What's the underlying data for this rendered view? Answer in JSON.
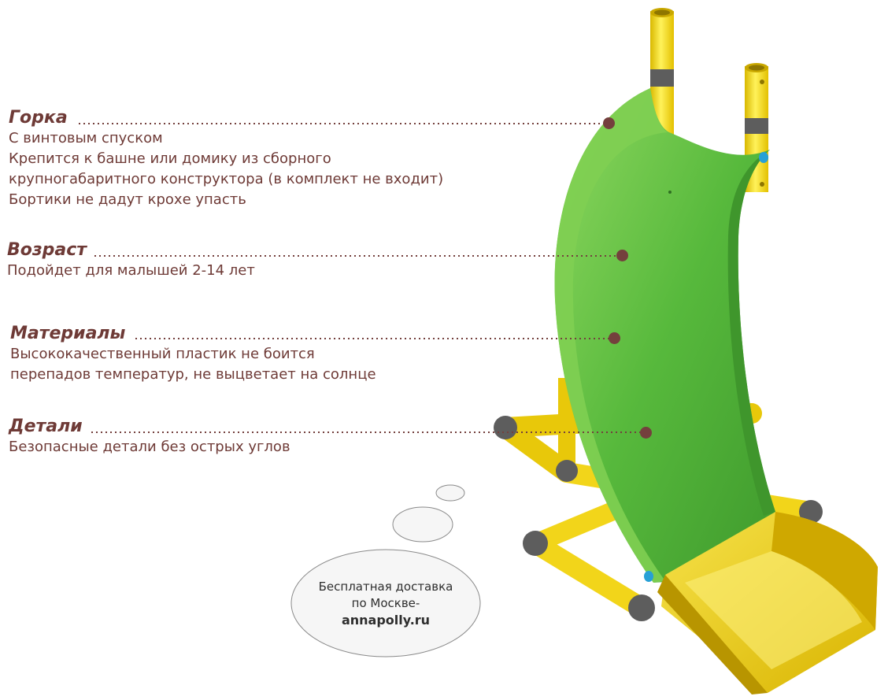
{
  "features": [
    {
      "heading": "Горка",
      "lines": [
        "С винтовым спуском",
        "Крепится к башне или домику из сборного",
        "крупногабаритного конструктора (в комплект не входит)",
        "Бортики не дадут крохе упасть"
      ]
    },
    {
      "heading": "Возраст",
      "lines": [
        "Подойдет для малышей 2-14 лет"
      ]
    },
    {
      "heading": "Материалы",
      "lines": [
        "Высококачественный пластик не боится",
        "перепадов температур, не выцветает на солнце"
      ]
    },
    {
      "heading": "Детали",
      "lines": [
        "Безопасные детали без острых углов"
      ]
    }
  ],
  "delivery": {
    "line1": "Бесплатная доставка",
    "line2": "по Москве-",
    "site": "annapolly.ru"
  },
  "colors": {
    "text": "#6e3a36",
    "dot": "#74403d",
    "slide_green": "#5cbf3e",
    "frame_yellow": "#f2d51a",
    "joint_gray": "#5d5d5d"
  }
}
